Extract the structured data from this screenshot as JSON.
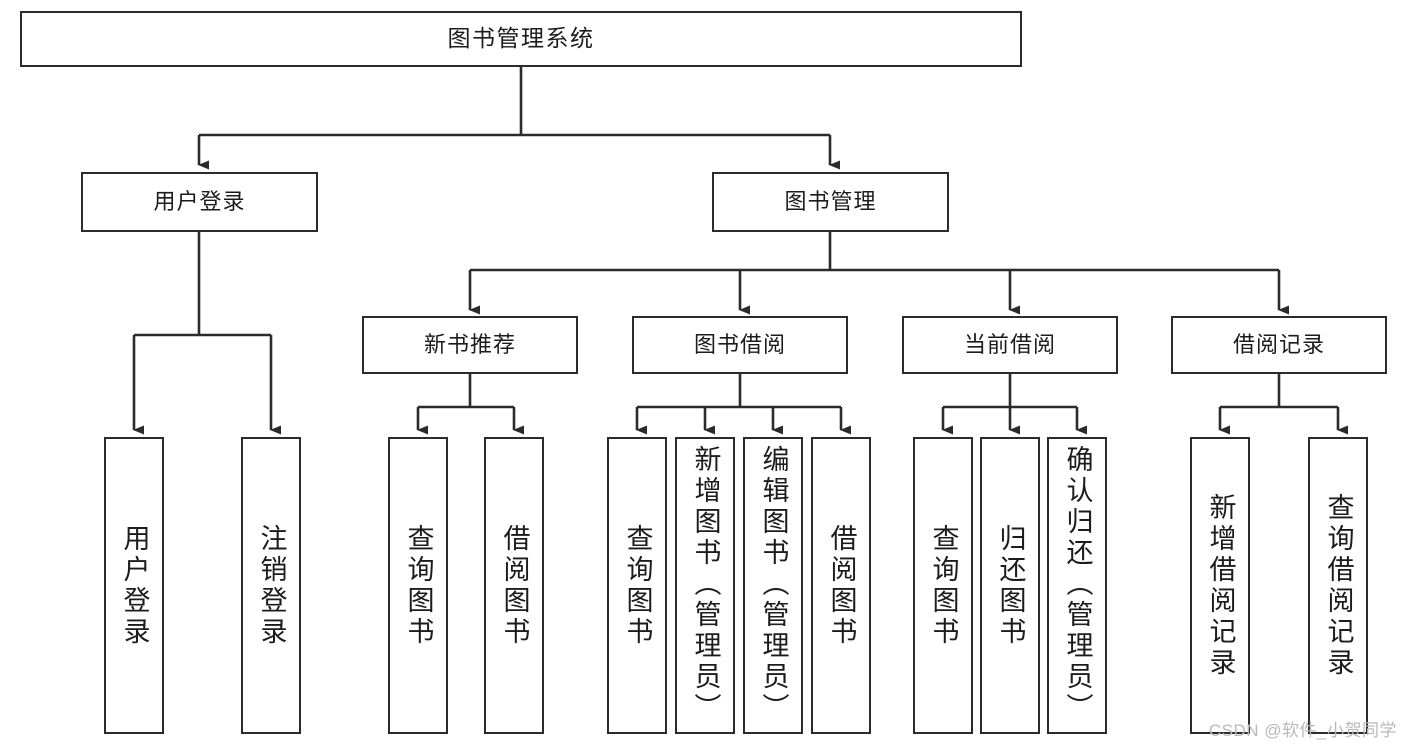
{
  "diagram": {
    "title": "图书管理系统",
    "type": "tree-hierarchy",
    "watermark": "CSDN @软件_小贺同学",
    "colors": {
      "stroke": "#2b2b2b",
      "fill": "#ffffff",
      "text": "#1c1c1c",
      "watermark": "#b9b9b9"
    },
    "root": {
      "label": "图书管理系统"
    },
    "level2": [
      {
        "label": "用户登录"
      },
      {
        "label": "图书管理"
      }
    ],
    "level3": [
      {
        "label": "新书推荐"
      },
      {
        "label": "图书借阅"
      },
      {
        "label": "当前借阅"
      },
      {
        "label": "借阅记录"
      }
    ],
    "leaves": {
      "user_login": [
        {
          "label": "用户登录"
        },
        {
          "label": "注销登录"
        }
      ],
      "new_book_recommend": [
        {
          "label": "查询图书"
        },
        {
          "label": "借阅图书"
        }
      ],
      "book_borrow": [
        {
          "label": "查询图书"
        },
        {
          "label": "新增图书（管理员）"
        },
        {
          "label": "编辑图书（管理员）"
        },
        {
          "label": "借阅图书"
        }
      ],
      "current_borrow": [
        {
          "label": "查询图书"
        },
        {
          "label": "归还图书"
        },
        {
          "label": "确认归还（管理员）"
        }
      ],
      "borrow_record": [
        {
          "label": "新增借阅记录"
        },
        {
          "label": "查询借阅记录"
        }
      ]
    }
  }
}
